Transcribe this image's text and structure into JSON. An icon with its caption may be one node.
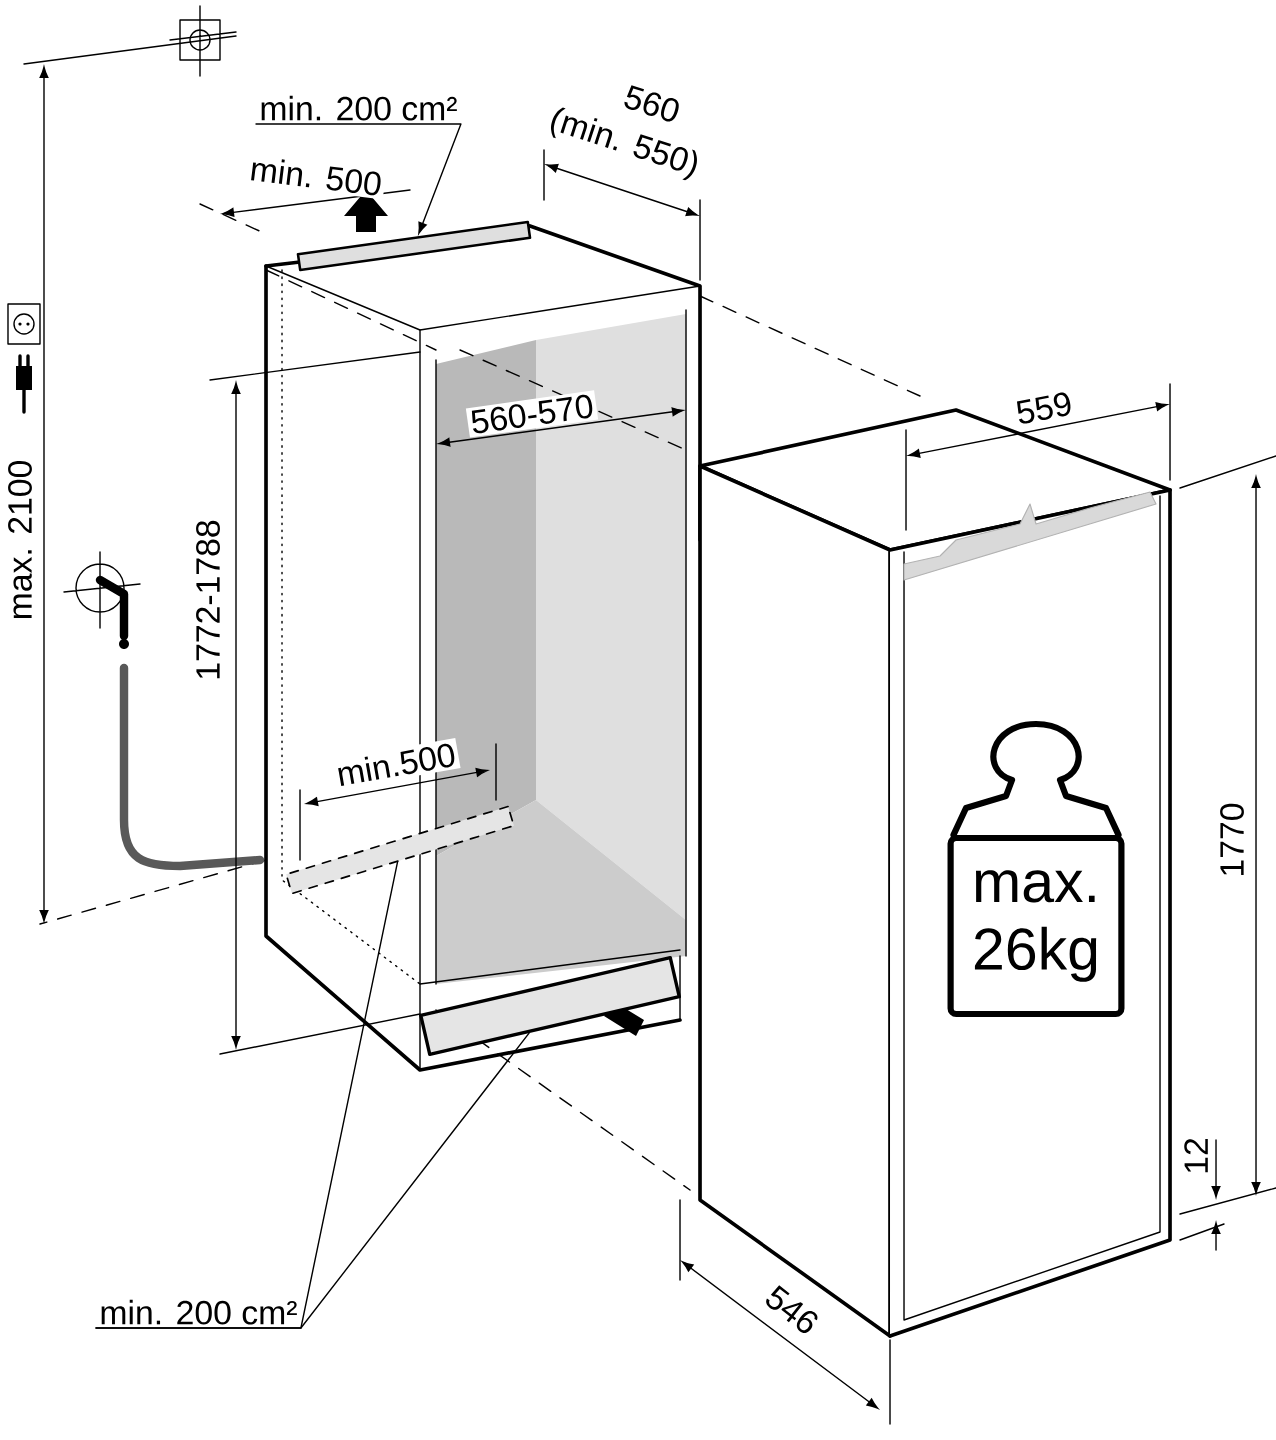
{
  "diagram": {
    "nodes": [
      {
        "text": [
          "min. 200 cm²"
        ]
      },
      {
        "text": [],
        "shape": "bar"
      },
      {
        "text": [
          "min. 200 cm²"
        ]
      },
      {
        "text": [],
        "shape": "bar"
      },
      {
        "text": [],
        "shape": "bar"
      },
      {
        "text": [
          "max. 26kg"
        ]
      }
    ],
    "edges": [
      {
        "from": 0,
        "to": 1,
        "arrow": "to"
      },
      {
        "from": 2,
        "to": 3,
        "arrow": "none"
      },
      {
        "from": 2,
        "to": 4,
        "arrow": "none"
      }
    ],
    "labels": [
      "min. 500",
      "560",
      "(min. 550)",
      "560-570",
      "559",
      "max. 2100",
      "1772-1788",
      "min.500",
      "1770",
      "12",
      "546"
    ]
  }
}
